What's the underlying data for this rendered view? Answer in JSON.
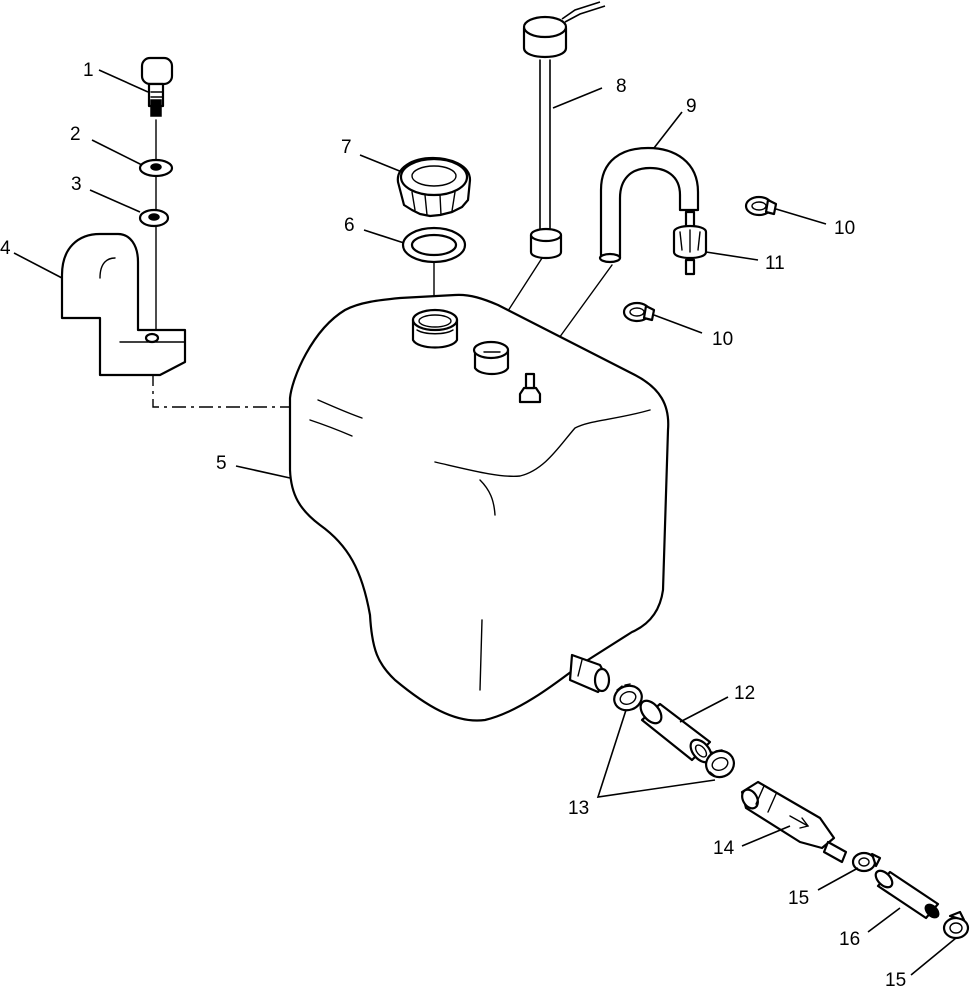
{
  "callouts": {
    "c1": "1",
    "c2": "2",
    "c3": "3",
    "c4": "4",
    "c5": "5",
    "c6": "6",
    "c7": "7",
    "c8": "8",
    "c9": "9",
    "c10a": "10",
    "c10b": "10",
    "c11": "11",
    "c12": "12",
    "c13": "13",
    "c14": "14",
    "c15a": "15",
    "c15b": "15",
    "c16": "16"
  },
  "colors": {
    "line": "#000000",
    "background": "#ffffff"
  }
}
